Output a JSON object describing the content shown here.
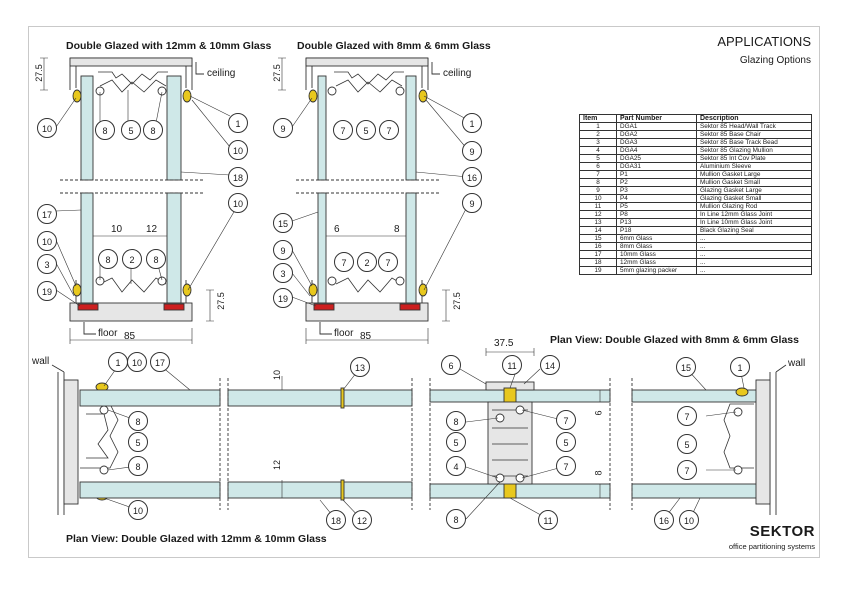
{
  "header": {
    "applications": "APPLICATIONS",
    "subtitle": "Glazing Options"
  },
  "brand": {
    "name": "SEKTOR",
    "tagline": "office partitioning systems"
  },
  "titles": {
    "sec1": "Double Glazed with 12mm & 10mm Glass",
    "sec2": "Double Glazed with 8mm & 6mm Glass",
    "plan_top": "Plan View: Double Glazed with 8mm & 6mm Glass",
    "plan_bottom": "Plan View: Double Glazed with 12mm & 10mm Glass"
  },
  "labels": {
    "ceiling": "ceiling",
    "floor": "floor",
    "wall": "wall"
  },
  "dimensions": {
    "d27_5": "27.5",
    "d85": "85",
    "d10": "10",
    "d12": "12",
    "d6": "6",
    "d8": "8",
    "d37_5": "37.5"
  },
  "parts_table": {
    "headers": [
      "Item",
      "Part Number",
      "Description"
    ],
    "rows": [
      [
        "1",
        "DGA1",
        "Sektor 85 Head/Wall Track"
      ],
      [
        "2",
        "DGA2",
        "Sektor 85 Base Chair"
      ],
      [
        "3",
        "DGA3",
        "Sektor 85 Base Track Bead"
      ],
      [
        "4",
        "DGA4",
        "Sektor 85 Glazing Mullion"
      ],
      [
        "5",
        "DGA25",
        "Sektor 85 Int Cov Plate"
      ],
      [
        "6",
        "DGA31",
        "Aluminium Sleeve"
      ],
      [
        "7",
        "P1",
        "Mullion Gasket Large"
      ],
      [
        "8",
        "P2",
        "Mullion Gasket Small"
      ],
      [
        "9",
        "P3",
        "Glazing Gasket Large"
      ],
      [
        "10",
        "P4",
        "Glazing Gasket Small"
      ],
      [
        "11",
        "P5",
        "Mullion Glazing Rod"
      ],
      [
        "12",
        "P8",
        "In Line 12mm Glass Joint"
      ],
      [
        "13",
        "P13",
        "In Line 10mm Glass Joint"
      ],
      [
        "14",
        "P18",
        "Black Glazing Seal"
      ],
      [
        "15",
        "6mm Glass",
        "..."
      ],
      [
        "16",
        "8mm Glass",
        "..."
      ],
      [
        "17",
        "10mm Glass",
        "..."
      ],
      [
        "18",
        "12mm Glass",
        "..."
      ],
      [
        "19",
        "5mm glazing packer",
        "..."
      ]
    ]
  },
  "callouts": {
    "c1": "1",
    "c2": "2",
    "c3": "3",
    "c4": "4",
    "c5": "5",
    "c6": "6",
    "c7": "7",
    "c8": "8",
    "c9": "9",
    "c10": "10",
    "c11": "11",
    "c12": "12",
    "c13": "13",
    "c14": "14",
    "c15": "15",
    "c16": "16",
    "c17": "17",
    "c18": "18",
    "c19": "19"
  },
  "colors": {
    "glass": "#cfe8e8",
    "gasket": "#e8c81e",
    "packer": "#cc1f1f",
    "metal": "#e6e6e6",
    "line": "#333333"
  }
}
